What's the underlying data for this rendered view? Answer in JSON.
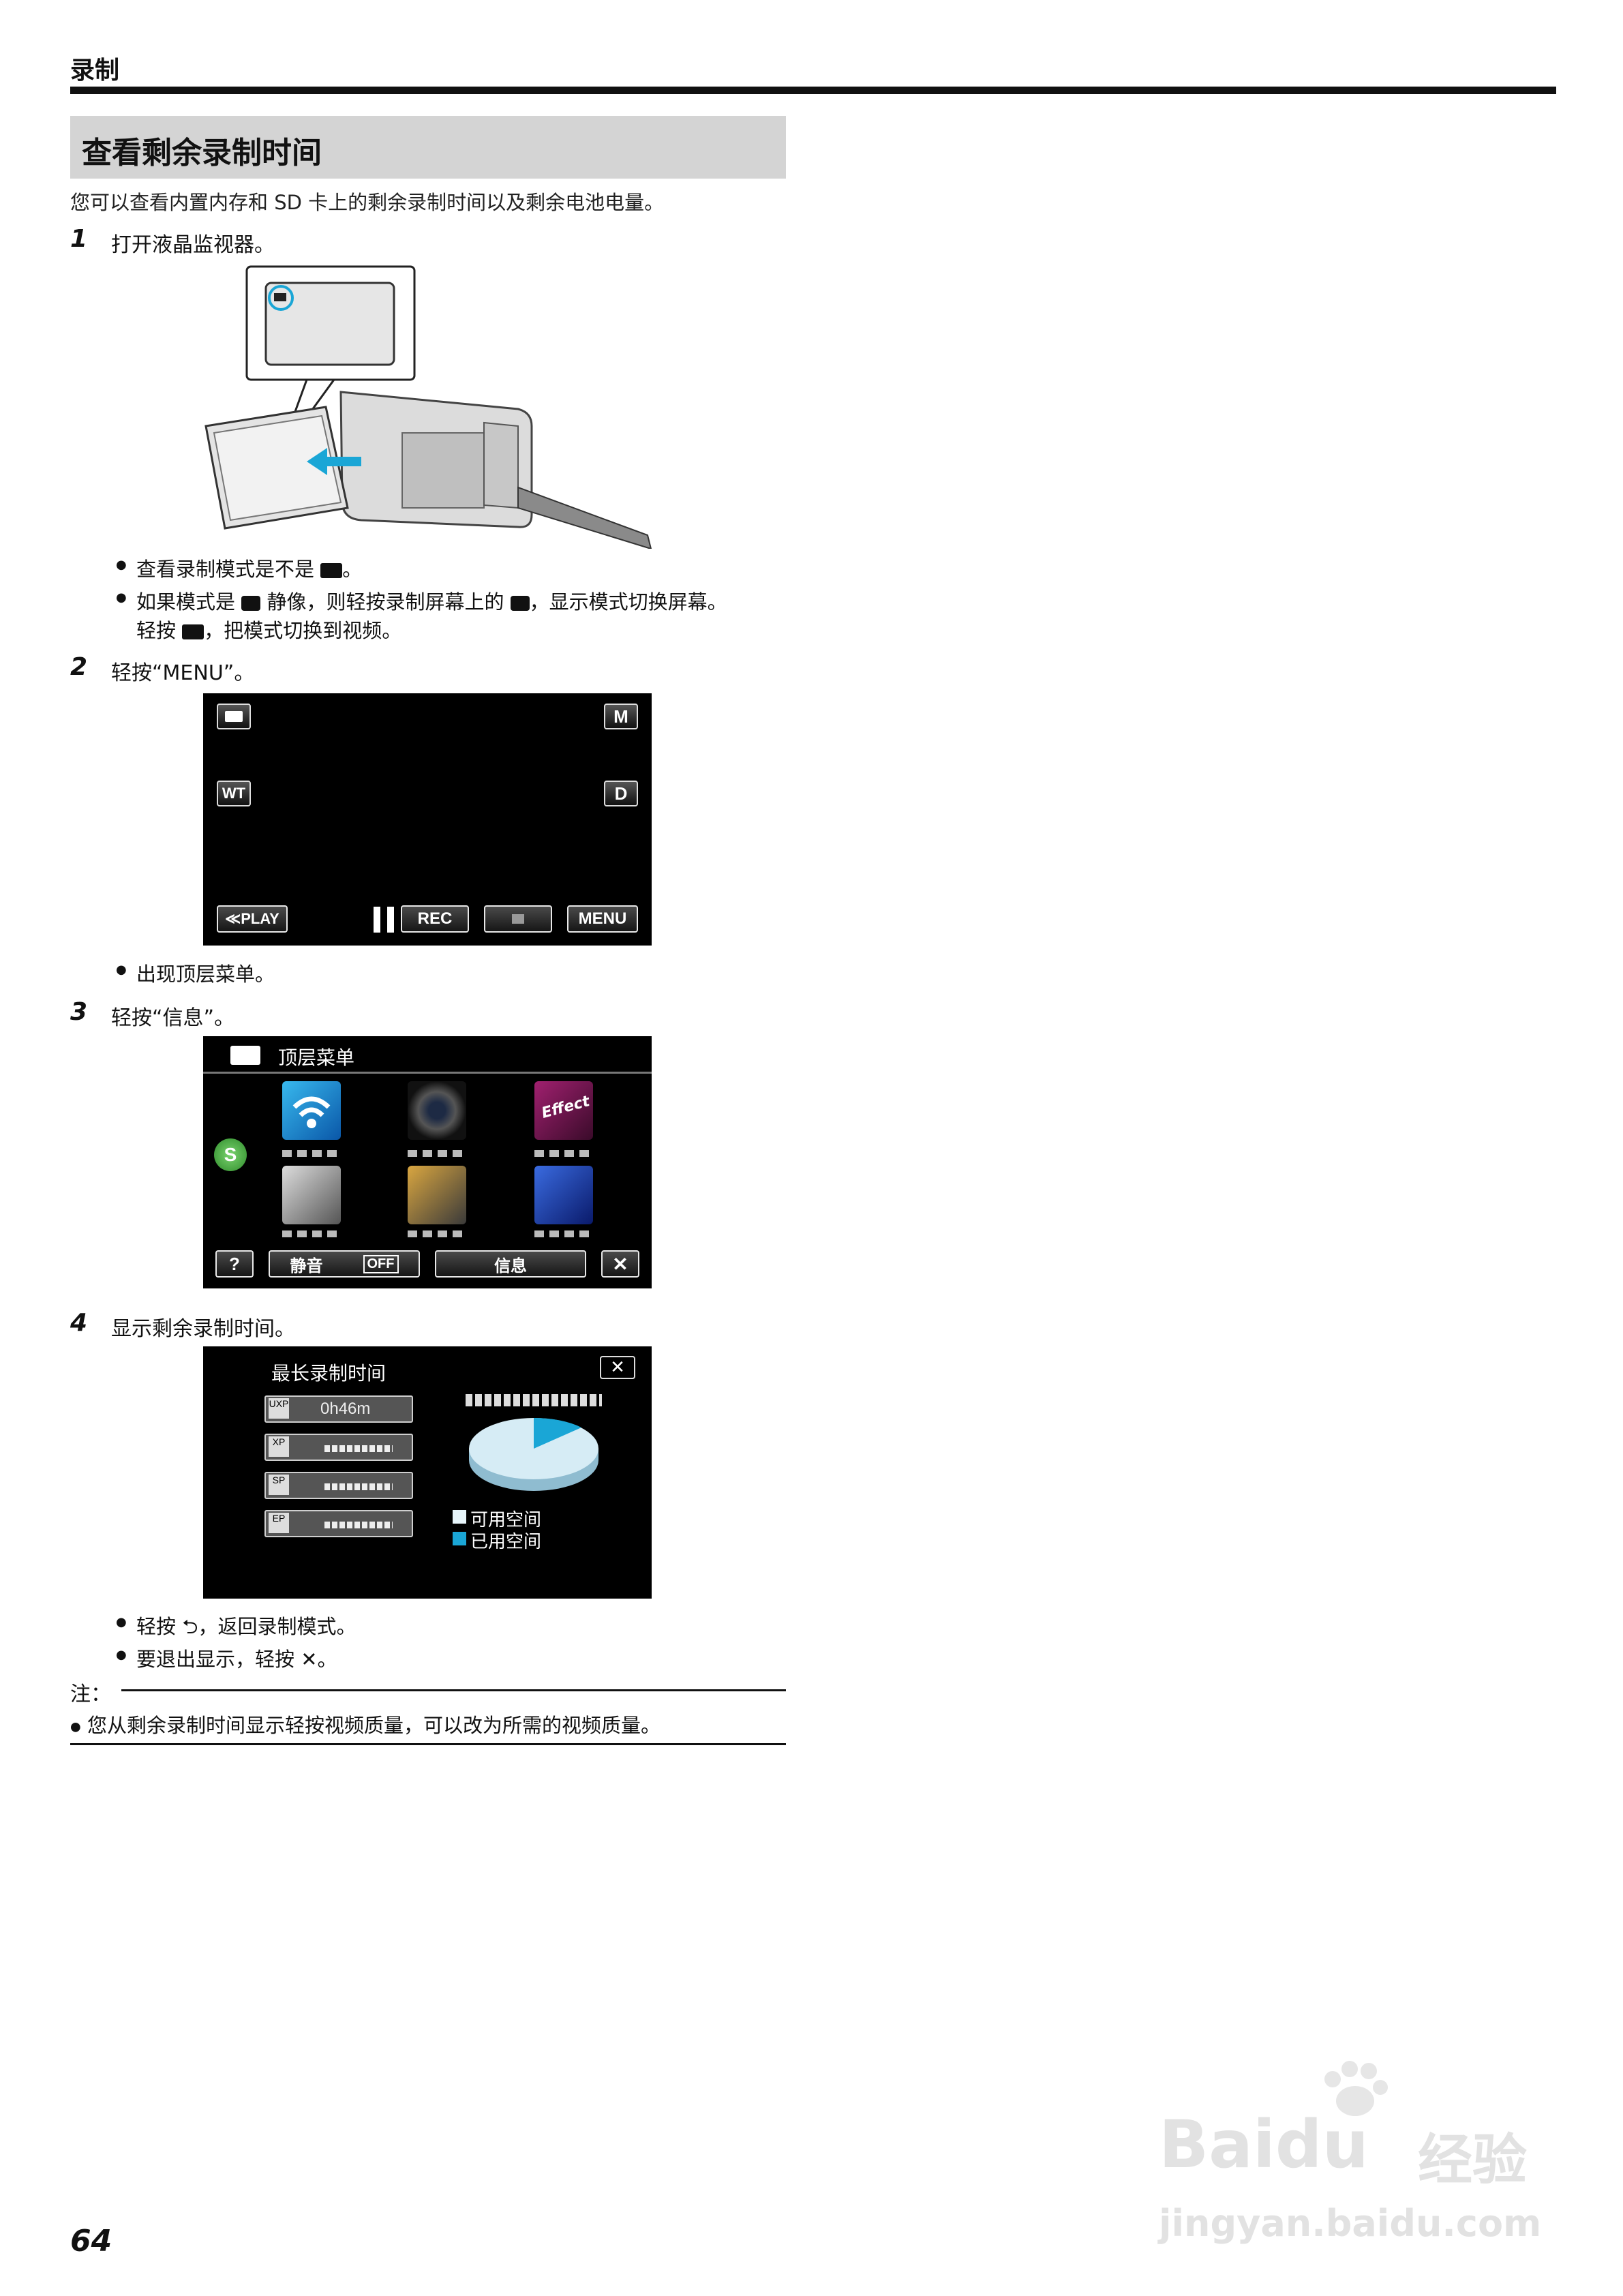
{
  "header": {
    "section": "录制"
  },
  "title": "查看剩余录制时间",
  "intro": "您可以查看内置内存和 SD 卡上的剩余录制时间以及剩余电池电量。",
  "steps": [
    {
      "num": "1",
      "text": "打开液晶监视器。",
      "bullets": [
        "查看录制模式是不是 ",
        "如果模式是 ",
        "静像，则轻按录制屏幕上的 ",
        "，显示模式切换屏幕。",
        "轻按 ",
        "，把模式切换到视频。"
      ]
    },
    {
      "num": "2",
      "text": "轻按“MENU”。",
      "bullets": [
        "出现顶层菜单。"
      ]
    },
    {
      "num": "3",
      "text": "轻按“信息”。"
    },
    {
      "num": "4",
      "text": "显示剩余录制时间。",
      "bullets": [
        "轻按 ⮌，返回录制模式。",
        "要退出显示，轻按 ✕。"
      ]
    }
  ],
  "screen_record": {
    "mode_btn": "M",
    "wt_btn": "WT",
    "d_btn": "D",
    "play_btn": "≪PLAY",
    "rec_btn": "REC",
    "menu_btn": "MENU"
  },
  "screen_menu": {
    "title": "顶层菜单",
    "help_btn": "?",
    "mute_label": "静音",
    "mute_state": "OFF",
    "info_btn": "信息",
    "close_btn": "✕",
    "effect_tile": "Effect"
  },
  "screen_info": {
    "title": "最长录制时间",
    "close_btn": "✕",
    "rows": [
      {
        "tag": "UXP",
        "value": "0h46m"
      },
      {
        "tag": "XP",
        "value": ""
      },
      {
        "tag": "SP",
        "value": ""
      },
      {
        "tag": "EP",
        "value": ""
      }
    ],
    "legend_available": "可用空间",
    "legend_used": "已用空间"
  },
  "note": {
    "label": "注：",
    "text": "您从剩余录制时间显示轻按视频质量，可以改为所需的视频质量。"
  },
  "page_number": "64",
  "watermark": {
    "brand": "Bai",
    "brand2": "du",
    "cn": "经验",
    "url": "jingyan.baidu.com"
  }
}
